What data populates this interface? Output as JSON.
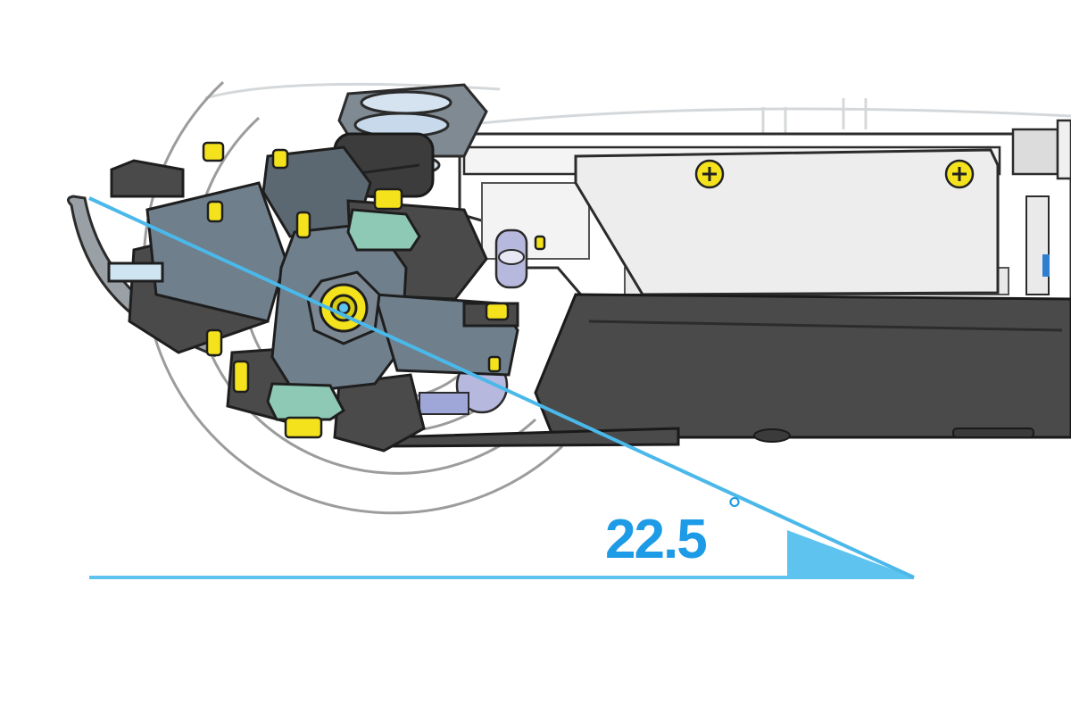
{
  "diagram": {
    "angle_value": "22.5",
    "angle_unit": "°"
  },
  "colors": {
    "accent_blue": "#1e9be6",
    "wedge_fill": "#5ec4ef",
    "frame_gray": "#8e9397",
    "knuckle_gray": "#6f7f8c",
    "dark_part": "#4a4a4a",
    "screw_yellow": "#f4e21c",
    "mint": "#8ec9b6",
    "lavender": "#b7b8de"
  },
  "icons": [
    "wheel-outline",
    "phillips-screw",
    "hex-nut",
    "coil-spring"
  ]
}
